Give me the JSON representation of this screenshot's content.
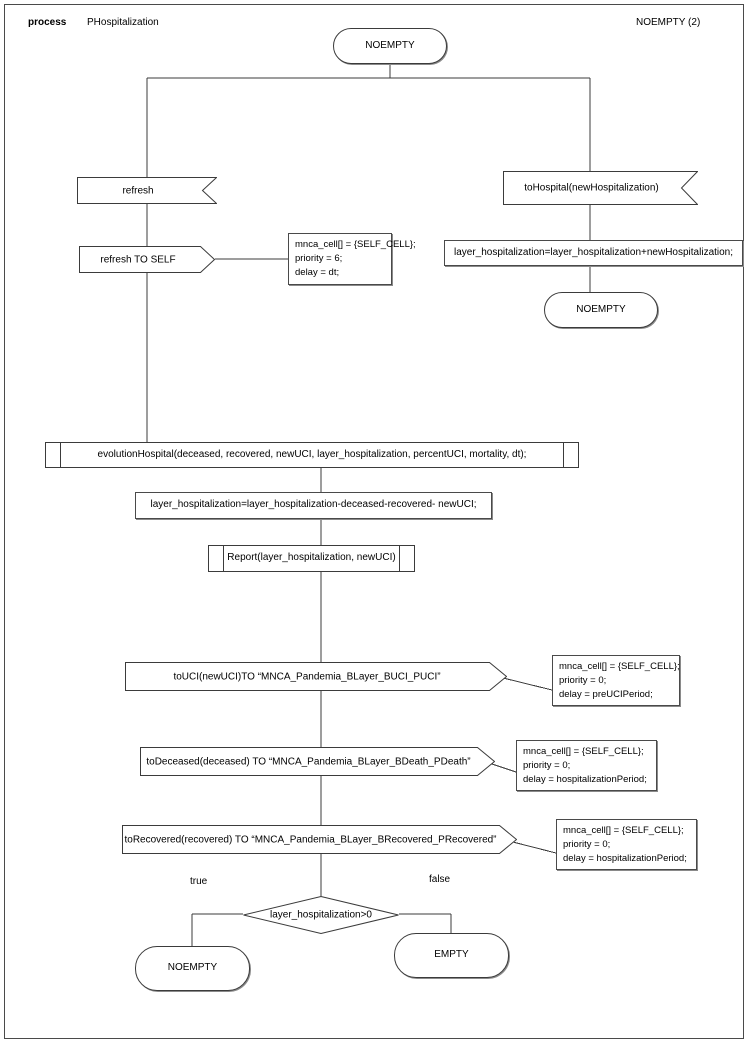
{
  "header": {
    "keyword": "process",
    "process_name": "PHospitalization",
    "page_label": "NOEMPTY (2)"
  },
  "diagram": {
    "type": "sdl-process-flowchart",
    "start_state": "NOEMPTY",
    "branches": {
      "left": {
        "input_signal": "refresh",
        "output_signal": "refresh TO SELF",
        "output_comment": "mnca_cell[] = {SELF_CELL};\npriority = 6;\ndelay = dt;"
      },
      "right": {
        "input_signal": "toHospital(newHospitalization)",
        "task": "layer_hospitalization=layer_hospitalization+newHospitalization;",
        "next_state": "NOEMPTY"
      }
    },
    "main_flow": {
      "procedure_1": "evolutionHospital(deceased, recovered, newUCI, layer_hospitalization, percentUCI, mortality, dt);",
      "task_1": "layer_hospitalization=layer_hospitalization-deceased-recovered- newUCI;",
      "procedure_2": "Report(layer_hospitalization, newUCI)",
      "signals": [
        {
          "label": "toUCI(newUCI)TO “MNCA_Pandemia_BLayer_BUCI_PUCI”",
          "comment": "mnca_cell[] = {SELF_CELL};\npriority = 0;\ndelay = preUCIPeriod;"
        },
        {
          "label": "toDeceased(deceased) TO “MNCA_Pandemia_BLayer_BDeath_PDeath”",
          "comment": "mnca_cell[] = {SELF_CELL};\npriority = 0;\ndelay = hospitalizationPeriod;"
        },
        {
          "label": "toRecovered(recovered) TO “MNCA_Pandemia_BLayer_BRecovered_PRecovered”",
          "comment": "mnca_cell[] = {SELF_CELL};\npriority = 0;\ndelay = hospitalizationPeriod;"
        }
      ],
      "decision": {
        "condition": "layer_hospitalization>0",
        "true_label": "true",
        "false_label": "false",
        "true_state": "NOEMPTY",
        "false_state": "EMPTY"
      }
    }
  },
  "colors": {
    "stroke": "#3b3b3b",
    "shadow": "#8a8a8a",
    "background": "#ffffff",
    "text": "#000000"
  }
}
